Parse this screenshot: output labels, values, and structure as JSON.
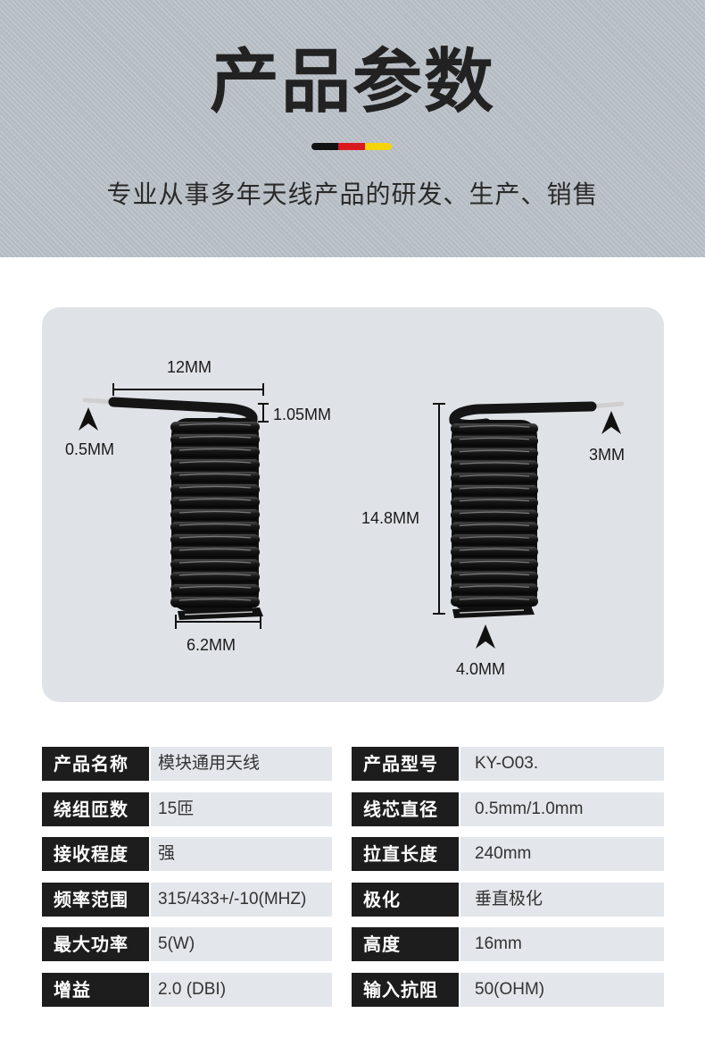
{
  "header": {
    "title": "产品参数",
    "subtitle": "专业从事多年天线产品的研发、生产、销售",
    "flag_colors": [
      "#111111",
      "#d9191e",
      "#f5d40b"
    ]
  },
  "diagram": {
    "left_coil": {
      "lead_length": "12MM",
      "lead_thickness": "1.05MM",
      "wire_diameter": "0.5MM",
      "coil_diameter": "6.2MM"
    },
    "right_coil": {
      "coil_height": "14.8MM",
      "lead_tip": "3MM",
      "base_width": "4.0MM"
    }
  },
  "specs": {
    "left": [
      {
        "label": "产品名称",
        "value": "模块通用天线"
      },
      {
        "label": "绕组匝数",
        "value": "15匝"
      },
      {
        "label": "接收程度",
        "value": "强"
      },
      {
        "label": "频率范围",
        "value": "315/433+/-10(MHZ)"
      },
      {
        "label": "最大功率",
        "value": "5(W)"
      },
      {
        "label": "增益",
        "value": " 2.0 (DBI)"
      }
    ],
    "right": [
      {
        "label": "产品型号",
        "value": "KY-O03."
      },
      {
        "label": "线芯直径",
        "value": "0.5mm/1.0mm"
      },
      {
        "label": "拉直长度",
        "value": "240mm"
      },
      {
        "label": "极化",
        "value": "垂直极化"
      },
      {
        "label": "高度",
        "value": "16mm"
      },
      {
        "label": "输入抗阻",
        "value": "50(OHM)"
      }
    ]
  }
}
